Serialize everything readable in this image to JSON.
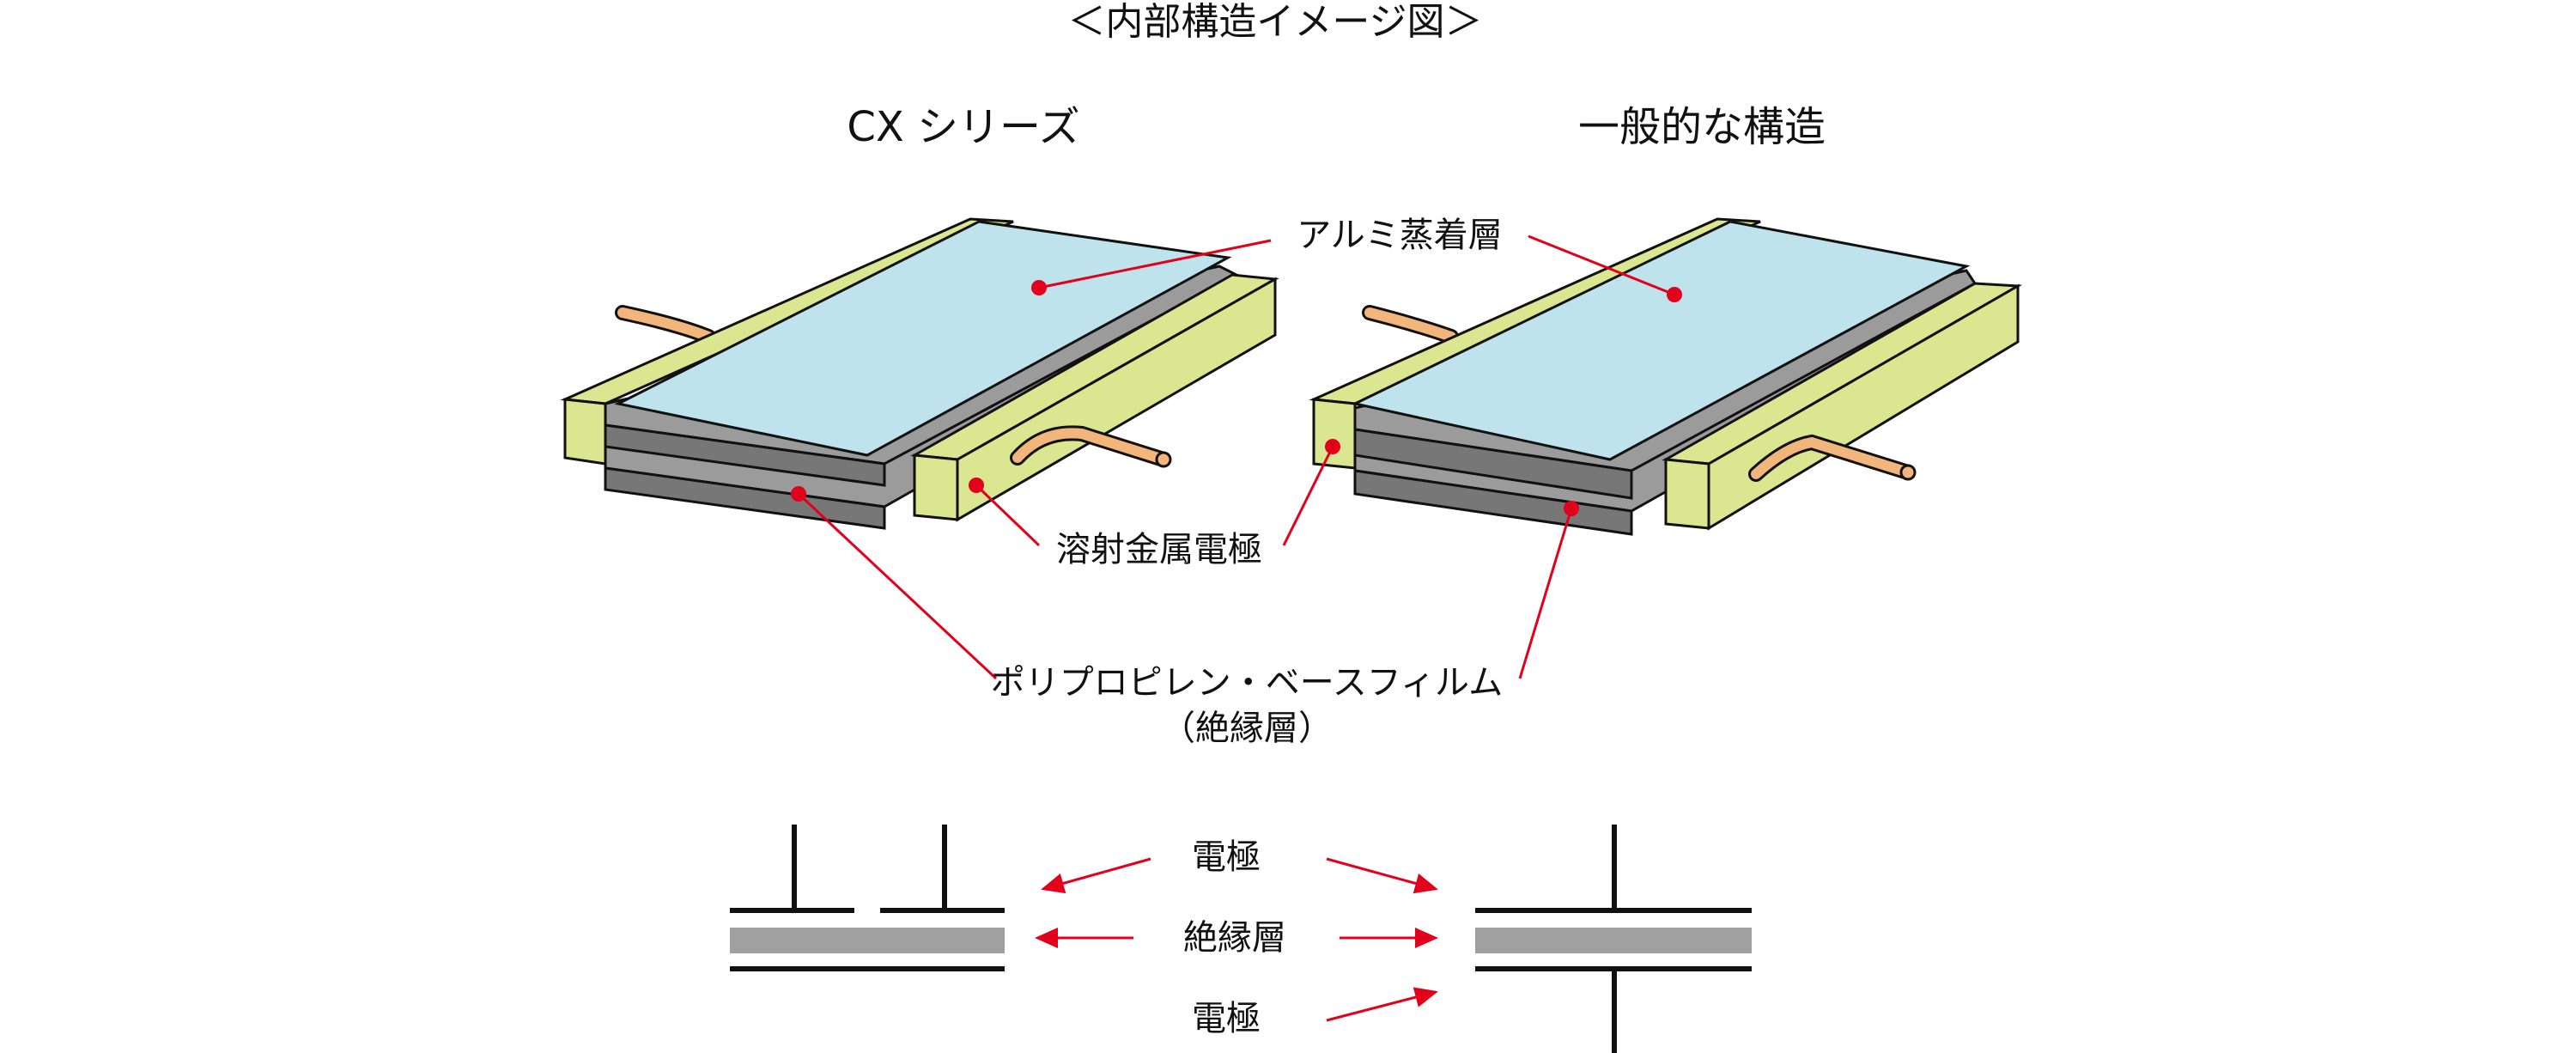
{
  "title": "＜内部構造イメージ図＞",
  "headings": {
    "left": "CX シリーズ",
    "right": "一般的な構造"
  },
  "callouts": {
    "aluminum": "アルミ蒸着層",
    "electrode_spray": "溶射金属電極",
    "film": "ポリプロピレン・ベースフィルム",
    "insulation_paren": "（絶縁層）"
  },
  "schematic": {
    "electrode_top": "電極",
    "insulation": "絶縁層",
    "electrode_bottom": "電極"
  },
  "colors": {
    "film_top": "#bfe3ec",
    "end_electrode": "#dbe690",
    "metal_layer": "#9b9b9b",
    "metal_side": "#777777",
    "lead_wire": "#f2b57c",
    "leader_line": "#e2001a",
    "outline": "#111111",
    "insulation_bar": "#a0a0a0"
  }
}
